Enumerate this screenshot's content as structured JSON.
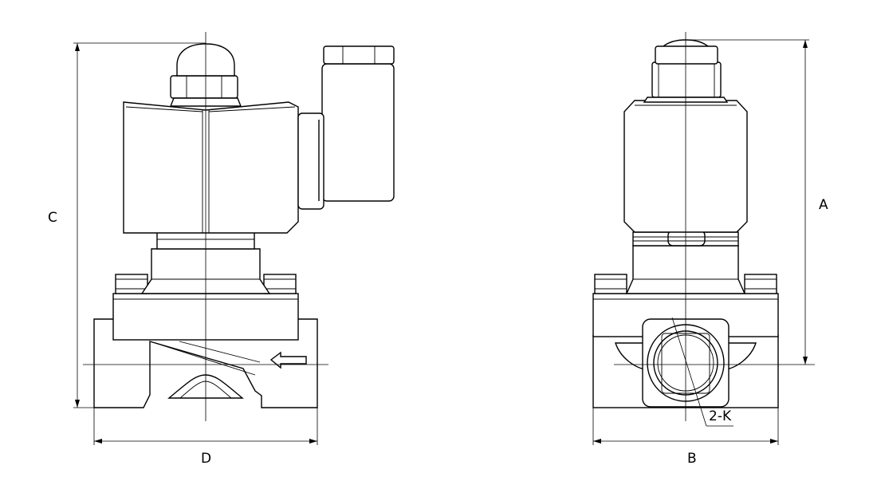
{
  "labels": {
    "a": "A",
    "b": "B",
    "c": "C",
    "d": "D",
    "k": "2-K"
  }
}
